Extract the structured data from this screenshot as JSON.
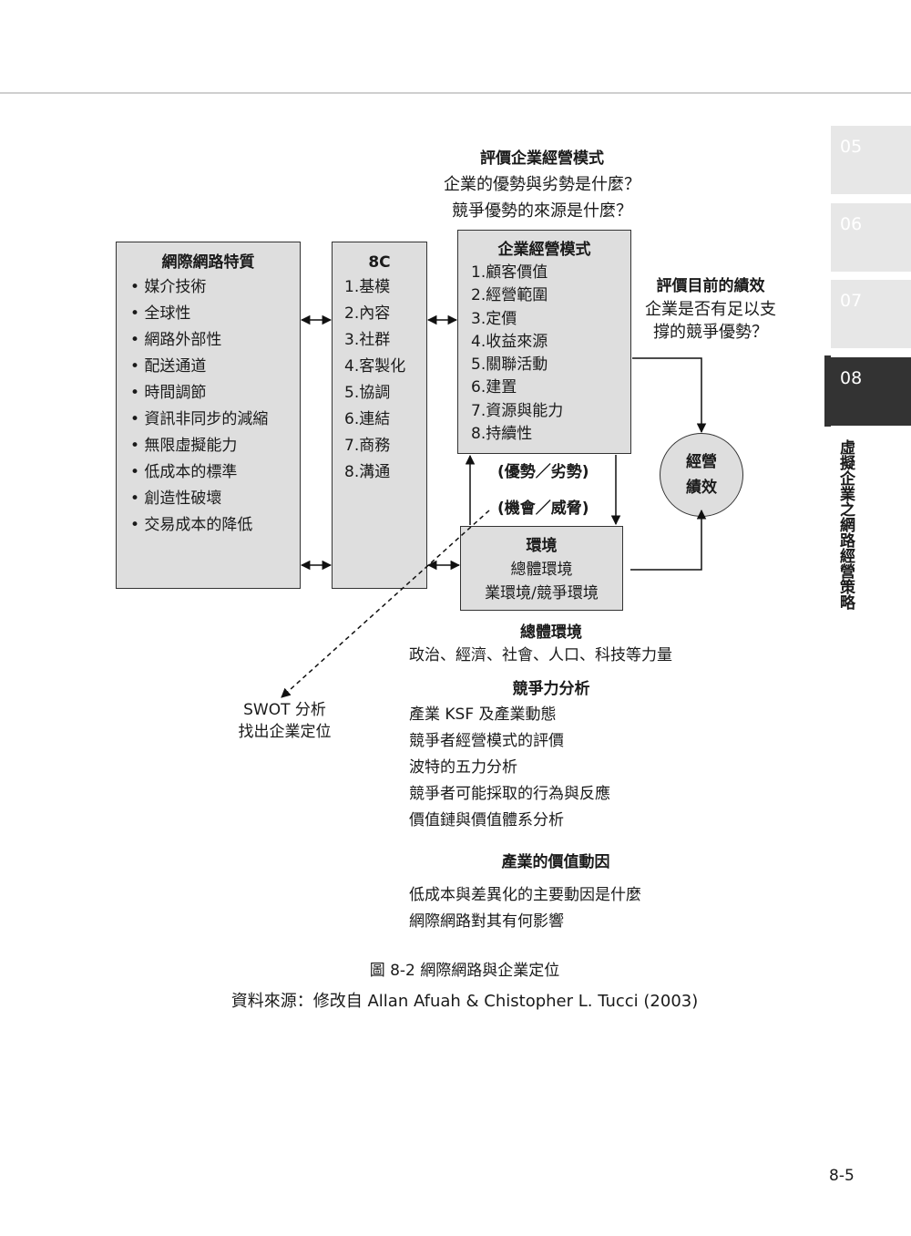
{
  "chapter_tabs": [
    {
      "label": "05",
      "active": false
    },
    {
      "label": "06",
      "active": false
    },
    {
      "label": "07",
      "active": false
    },
    {
      "label": "08",
      "active": true
    }
  ],
  "chapter_title": "虛擬企業之網路經營策略",
  "top": {
    "title": "評價企業經營模式",
    "lines": [
      "企業的優勢與劣勢是什麼？",
      "競爭優勢的來源是什麼？"
    ]
  },
  "internet": {
    "title": "網際網路特質",
    "items": [
      "•  媒介技術",
      "•  全球性",
      "•  網路外部性",
      "•  配送通道",
      "•  時間調節",
      "•  資訊非同步的減縮",
      "•  無限虛擬能力",
      "•  低成本的標準",
      "•  創造性破壞",
      "•  交易成本的降低"
    ]
  },
  "eightc": {
    "title": "8C",
    "items": [
      "1.基模",
      "2.內容",
      "3.社群",
      "4.客製化",
      "5.協調",
      "6.連結",
      "7.商務",
      "8.溝通"
    ]
  },
  "model": {
    "title": "企業經營模式",
    "items": [
      "1.顧客價值",
      "2.經營範圍",
      "3.定價",
      "4.收益來源",
      "5.關聯活動",
      "6.建置",
      "7.資源與能力",
      "8.持續性"
    ]
  },
  "right_eval": {
    "title": "評價目前的績效",
    "lines": [
      "企業是否有足以支",
      "撐的競爭優勢？"
    ]
  },
  "perf": {
    "line1": "經營",
    "line2": "績效"
  },
  "sw_label": "(優勢／劣勢)",
  "ot_label": "(機會／威脅)",
  "env": {
    "lines": [
      "環境",
      "總體環境",
      "業環境/競爭環境"
    ]
  },
  "swot": {
    "line1": "SWOT 分析",
    "line2": "找出企業定位"
  },
  "macro": {
    "title": "總體環境",
    "text": "政治、經濟、社會、人口、科技等力量"
  },
  "competition": {
    "title": "競爭力分析",
    "items": [
      "產業 KSF 及產業動態",
      "競爭者經營模式的評價",
      "波特的五力分析",
      "競爭者可能採取的行為與反應",
      "價值鏈與價值體系分析"
    ]
  },
  "drivers": {
    "title": "產業的價值動因",
    "items": [
      "低成本與差異化的主要動因是什麼",
      "網際網路對其有何影響"
    ]
  },
  "caption": "圖 8-2  網際網路與企業定位",
  "source": "資料來源：修改自 Allan Afuah & Chistopher L. Tucci (2003)",
  "page_number": "8-5"
}
